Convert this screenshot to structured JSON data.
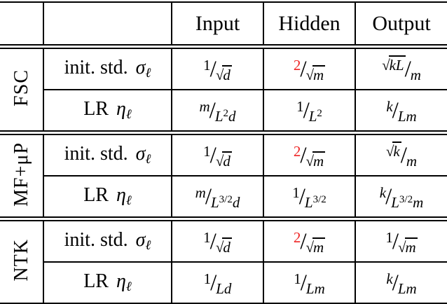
{
  "colors": {
    "text": "#000000",
    "highlight": "#ee2424",
    "background": "#ffffff",
    "rule": "#000000"
  },
  "table": {
    "columns": [
      "",
      "",
      "Input",
      "Hidden",
      "Output"
    ],
    "column_ids": [
      "input",
      "hidden",
      "output"
    ],
    "sections": [
      {
        "id": "fsc",
        "group_label": "FSC",
        "rows": [
          {
            "id": "init-std",
            "label": {
              "prefix": "init. std.",
              "symbol": "σ",
              "subscript": "ℓ"
            },
            "cells": [
              {
                "num": [
                  {
                    "t": "1"
                  }
                ],
                "den": [
                  {
                    "sqrt": "d"
                  }
                ]
              },
              {
                "num": [
                  {
                    "t": "2",
                    "red": true
                  }
                ],
                "den": [
                  {
                    "sqrt": "m"
                  }
                ]
              },
              {
                "num": [
                  {
                    "sqrt": "kL"
                  }
                ],
                "den": [
                  {
                    "t": "m",
                    "it": true
                  }
                ]
              }
            ]
          },
          {
            "id": "lr",
            "label": {
              "prefix": "LR",
              "symbol": "η",
              "subscript": "ℓ"
            },
            "cells": [
              {
                "num": [
                  {
                    "t": "m",
                    "it": true
                  }
                ],
                "den": [
                  {
                    "t": "L",
                    "it": true
                  },
                  {
                    "t": "2",
                    "sup": true
                  },
                  {
                    "t": "d",
                    "it": true
                  }
                ]
              },
              {
                "num": [
                  {
                    "t": "1"
                  }
                ],
                "den": [
                  {
                    "t": "L",
                    "it": true
                  },
                  {
                    "t": "2",
                    "sup": true
                  }
                ]
              },
              {
                "num": [
                  {
                    "t": "k",
                    "it": true
                  }
                ],
                "den": [
                  {
                    "t": "Lm",
                    "it": true
                  }
                ]
              }
            ]
          }
        ]
      },
      {
        "id": "mf-mup",
        "group_label": "MF+μP",
        "rows": [
          {
            "id": "init-std",
            "label": {
              "prefix": "init. std.",
              "symbol": "σ",
              "subscript": "ℓ"
            },
            "cells": [
              {
                "num": [
                  {
                    "t": "1"
                  }
                ],
                "den": [
                  {
                    "sqrt": "d"
                  }
                ]
              },
              {
                "num": [
                  {
                    "t": "2",
                    "red": true
                  }
                ],
                "den": [
                  {
                    "sqrt": "m"
                  }
                ]
              },
              {
                "num": [
                  {
                    "sqrt": "k"
                  }
                ],
                "den": [
                  {
                    "t": "m",
                    "it": true
                  }
                ]
              }
            ]
          },
          {
            "id": "lr",
            "label": {
              "prefix": "LR",
              "symbol": "η",
              "subscript": "ℓ"
            },
            "cells": [
              {
                "num": [
                  {
                    "t": "m",
                    "it": true
                  }
                ],
                "den": [
                  {
                    "t": "L",
                    "it": true
                  },
                  {
                    "t": "3/2",
                    "sup": true
                  },
                  {
                    "t": "d",
                    "it": true
                  }
                ]
              },
              {
                "num": [
                  {
                    "t": "1"
                  }
                ],
                "den": [
                  {
                    "t": "L",
                    "it": true
                  },
                  {
                    "t": "3/2",
                    "sup": true
                  }
                ]
              },
              {
                "num": [
                  {
                    "t": "k",
                    "it": true
                  }
                ],
                "den": [
                  {
                    "t": "L",
                    "it": true
                  },
                  {
                    "t": "3/2",
                    "sup": true
                  },
                  {
                    "t": "m",
                    "it": true
                  }
                ]
              }
            ]
          }
        ]
      },
      {
        "id": "ntk",
        "group_label": "NTK",
        "rows": [
          {
            "id": "init-std",
            "label": {
              "prefix": "init. std.",
              "symbol": "σ",
              "subscript": "ℓ"
            },
            "cells": [
              {
                "num": [
                  {
                    "t": "1"
                  }
                ],
                "den": [
                  {
                    "sqrt": "d"
                  }
                ]
              },
              {
                "num": [
                  {
                    "t": "2",
                    "red": true
                  }
                ],
                "den": [
                  {
                    "sqrt": "m"
                  }
                ]
              },
              {
                "num": [
                  {
                    "t": "1"
                  }
                ],
                "den": [
                  {
                    "sqrt": "m"
                  }
                ]
              }
            ]
          },
          {
            "id": "lr",
            "label": {
              "prefix": "LR",
              "symbol": "η",
              "subscript": "ℓ"
            },
            "cells": [
              {
                "num": [
                  {
                    "t": "1"
                  }
                ],
                "den": [
                  {
                    "t": "Ld",
                    "it": true
                  }
                ]
              },
              {
                "num": [
                  {
                    "t": "1"
                  }
                ],
                "den": [
                  {
                    "t": "Lm",
                    "it": true
                  }
                ]
              },
              {
                "num": [
                  {
                    "t": "k",
                    "it": true
                  }
                ],
                "den": [
                  {
                    "t": "Lm",
                    "it": true
                  }
                ]
              }
            ]
          }
        ]
      }
    ]
  },
  "chart_data": {
    "type": "table",
    "columns": [
      "",
      "",
      "Input",
      "Hidden",
      "Output"
    ],
    "rows": [
      [
        "FSC",
        "init. std. σ_ℓ",
        "1/√d",
        "2/√m",
        "√(kL)/m"
      ],
      [
        "FSC",
        "LR η_ℓ",
        "m/(L^2 d)",
        "1/L^2",
        "k/(Lm)"
      ],
      [
        "MF+μP",
        "init. std. σ_ℓ",
        "1/√d",
        "2/√m",
        "√k/m"
      ],
      [
        "MF+μP",
        "LR η_ℓ",
        "m/(L^{3/2} d)",
        "1/L^{3/2}",
        "k/(L^{3/2} m)"
      ],
      [
        "NTK",
        "init. std. σ_ℓ",
        "1/√d",
        "2/√m",
        "1/√m"
      ],
      [
        "NTK",
        "LR η_ℓ",
        "1/(Ld)",
        "1/(Lm)",
        "k/(Lm)"
      ]
    ],
    "note": "numerator 2 of every Hidden init. std. entry is rendered in red"
  }
}
